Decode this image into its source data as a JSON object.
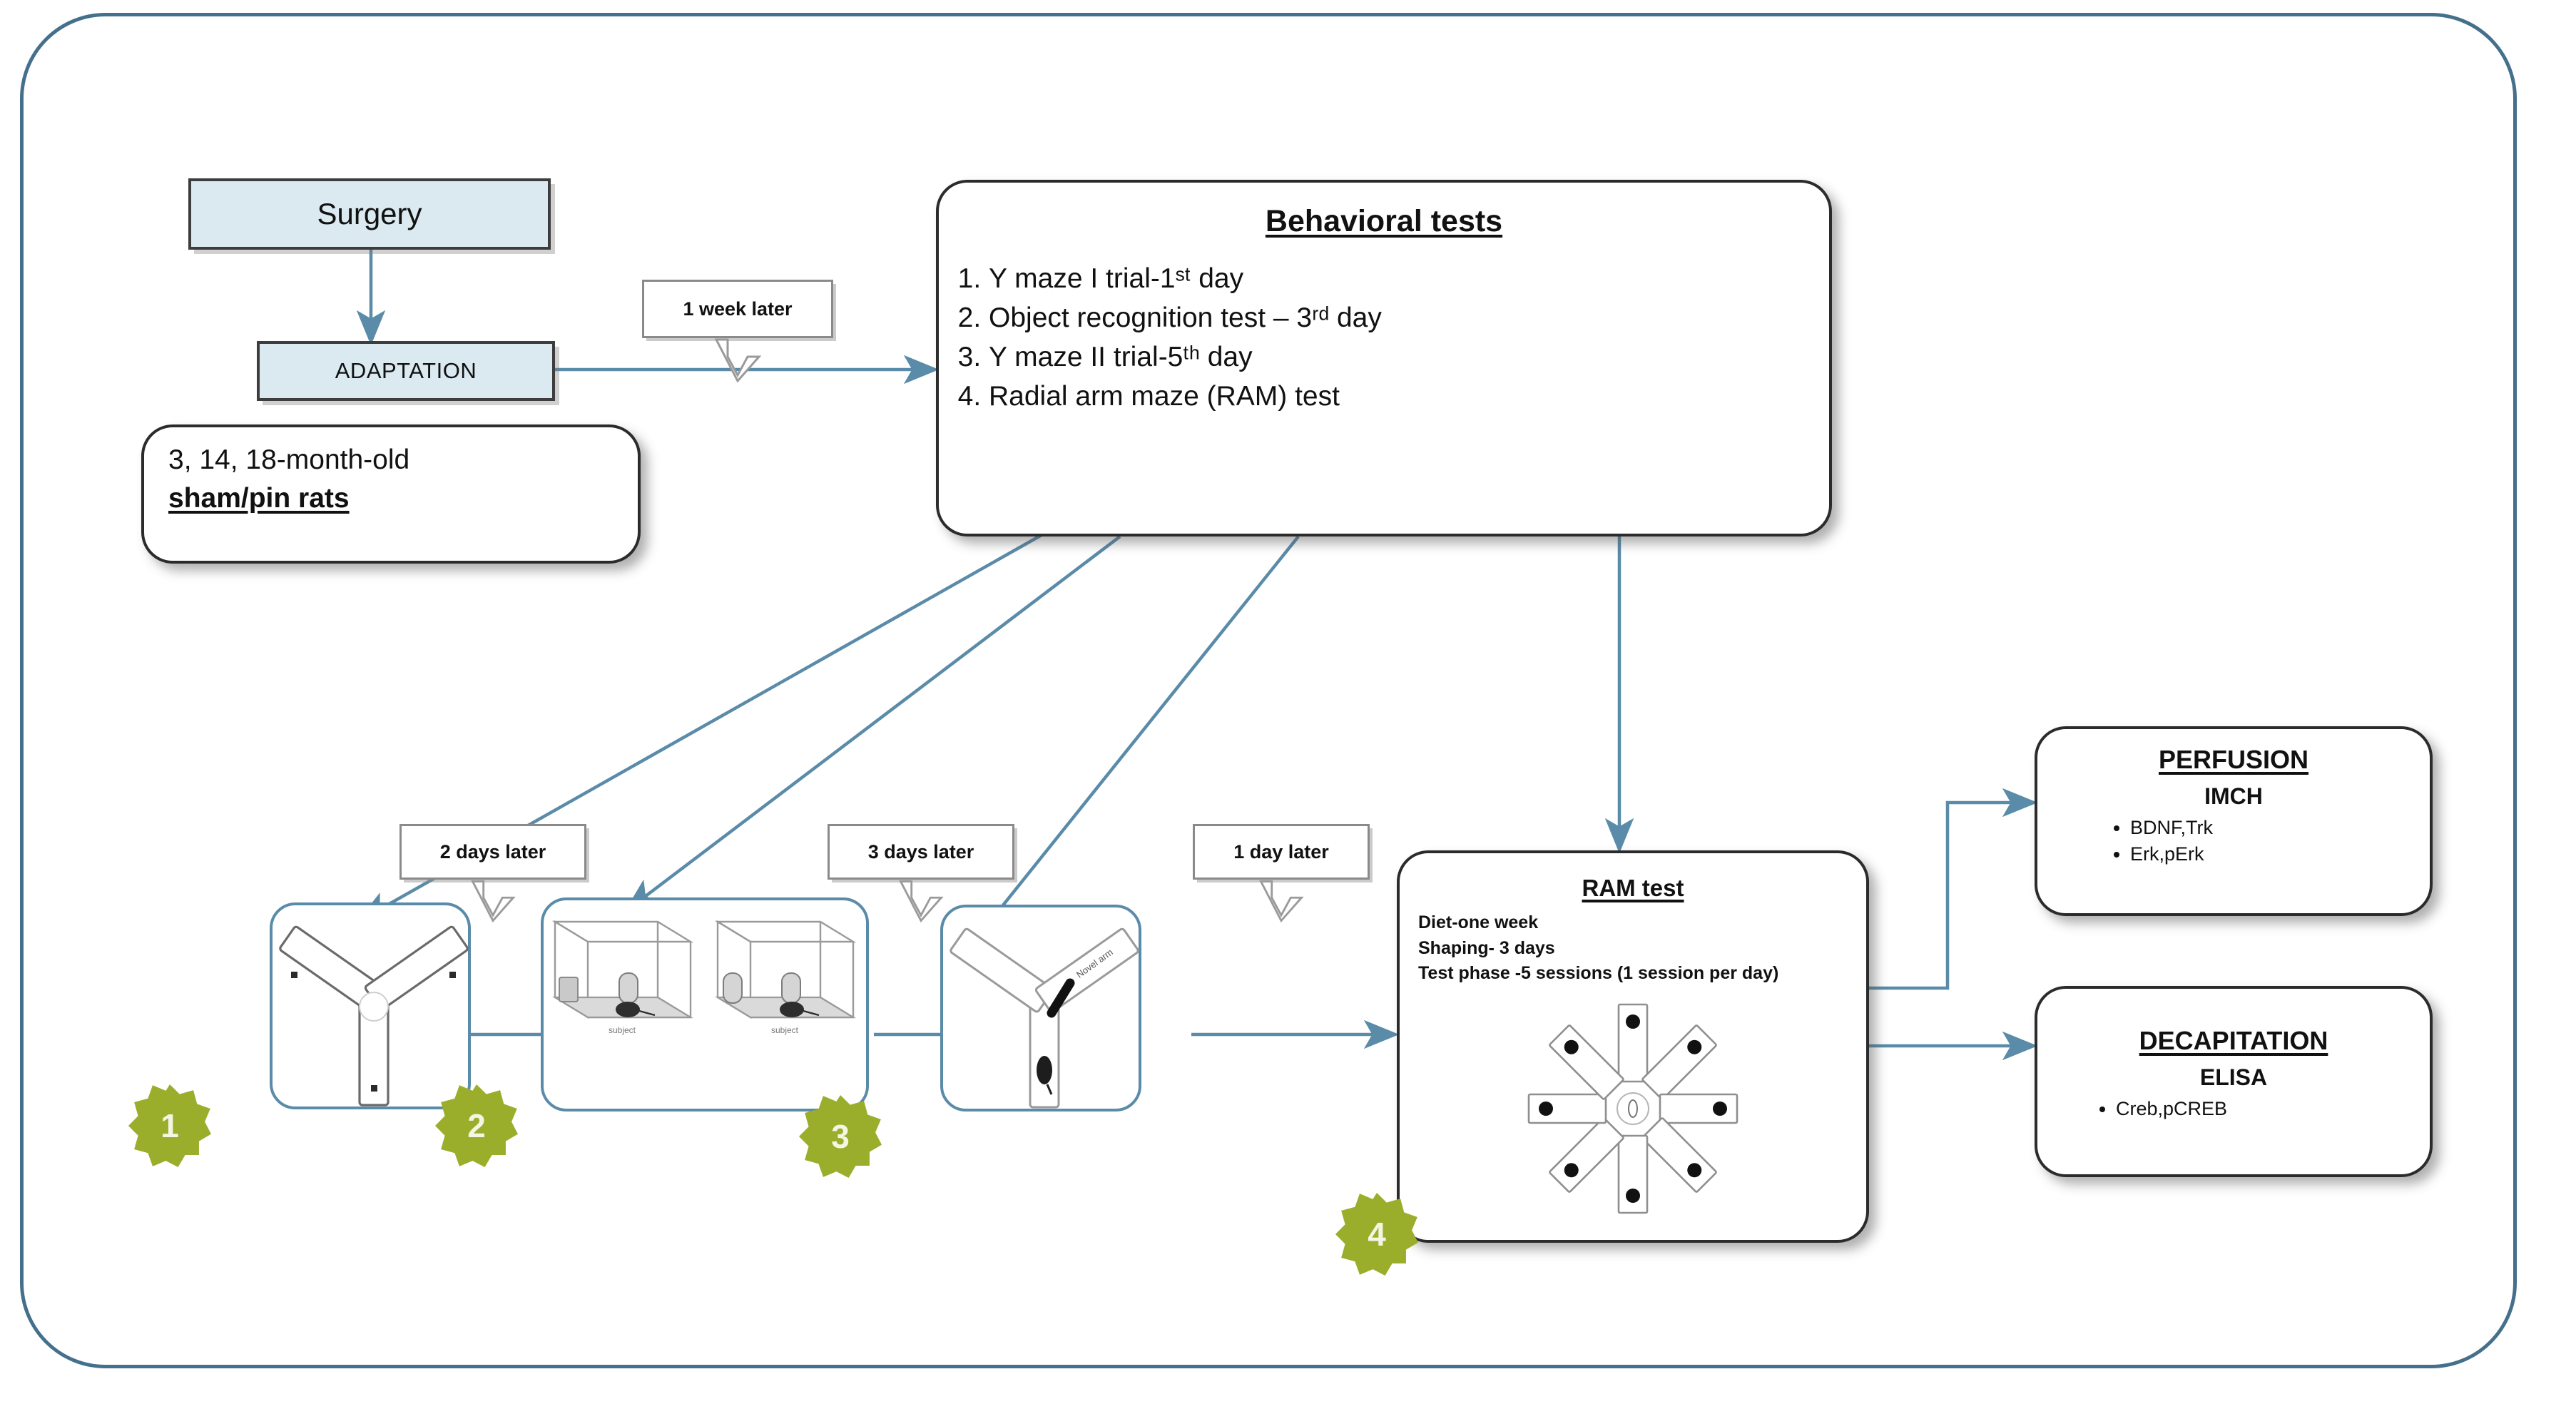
{
  "diagram": {
    "title": "Experimental timeline flowchart",
    "accent_blue": "#5a8ba8",
    "frame_blue": "#44708c",
    "box_fill_blue": "#dbe9f1",
    "badge_green": "#9aae2b"
  },
  "surgery": {
    "label": "Surgery"
  },
  "adaptation": {
    "label": "ADAPTATION"
  },
  "animals": {
    "line1": "3, 14, 18-month-old",
    "line2": "sham/pin rats"
  },
  "behavioral": {
    "heading": "Behavioral tests",
    "items": [
      "Y maze I trial-1ˢᵗ day",
      "Object recognition test – 3ʳᵈ day",
      "Y maze II trial-5ᵗʰ day",
      "Radial arm maze (RAM) test"
    ]
  },
  "callouts": {
    "week": "1 week later",
    "two_days": "2 days later",
    "three_days": "3 days later",
    "one_day": "1 day later"
  },
  "steps": [
    {
      "badge": "1",
      "name": "Y maze I trial apparatus"
    },
    {
      "badge": "2",
      "name": "Object recognition arenas"
    },
    {
      "badge": "3",
      "name": "Y maze II trial apparatus"
    },
    {
      "badge": "4",
      "name": "Radial arm maze apparatus"
    }
  ],
  "step3_label": "Novel arm",
  "step2_labels": [
    "subject",
    "subject"
  ],
  "ram": {
    "heading": "RAM  test",
    "lines": [
      "Diet-one week",
      "Shaping- 3 days",
      "Test phase -5 sessions (1 session per day)"
    ],
    "arms": 8
  },
  "perfusion": {
    "heading": "PERFUSION",
    "subheading": "IMCH",
    "items": [
      "BDNF,Trk",
      "Erk,pErk"
    ]
  },
  "decapitation": {
    "heading": "DECAPITATION",
    "subheading": "ELISA",
    "items": [
      "Creb,pCREB"
    ]
  }
}
